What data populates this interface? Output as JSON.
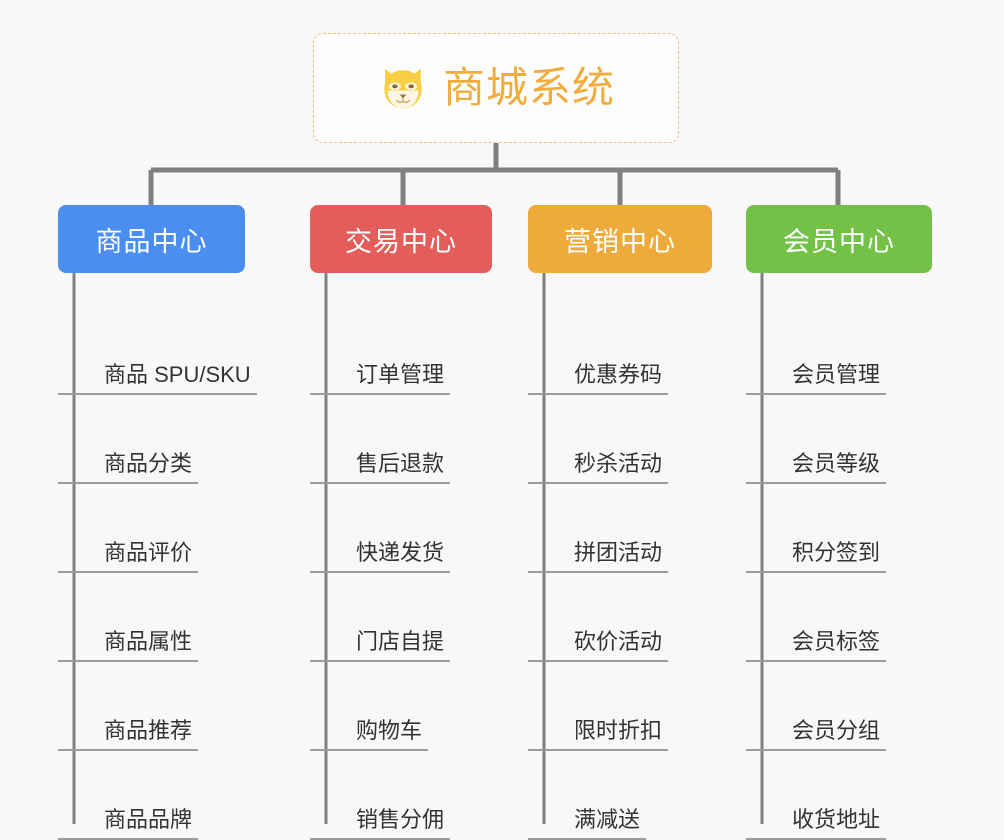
{
  "diagram": {
    "type": "tree",
    "background_color": "#f8f8f8",
    "root": {
      "title": "商城系统",
      "icon": "dog-face-icon",
      "text_color": "#f0ad3e",
      "border_color": "#efc07a",
      "border_style": "dashed",
      "background_color": "#fdfdfd"
    },
    "columns": [
      {
        "id": "product-center",
        "label": "商品中心",
        "color": "#4a8ef0",
        "items": [
          "商品 SPU/SKU",
          "商品分类",
          "商品评价",
          "商品属性",
          "商品推荐",
          "商品品牌"
        ]
      },
      {
        "id": "trade-center",
        "label": "交易中心",
        "color": "#e35d5b",
        "items": [
          "订单管理",
          "售后退款",
          "快递发货",
          "门店自提",
          "购物车",
          "销售分佣"
        ]
      },
      {
        "id": "marketing-center",
        "label": "营销中心",
        "color": "#eeab3c",
        "items": [
          "优惠券码",
          "秒杀活动",
          "拼团活动",
          "砍价活动",
          "限时折扣",
          "满减送"
        ]
      },
      {
        "id": "member-center",
        "label": "会员中心",
        "color": "#74c148",
        "items": [
          "会员管理",
          "会员等级",
          "积分签到",
          "会员标签",
          "会员分组",
          "收货地址"
        ]
      }
    ],
    "connector_color": "#808080",
    "leaf_rule_color": "#9b9b9b",
    "leaf_text_color": "#333333"
  }
}
